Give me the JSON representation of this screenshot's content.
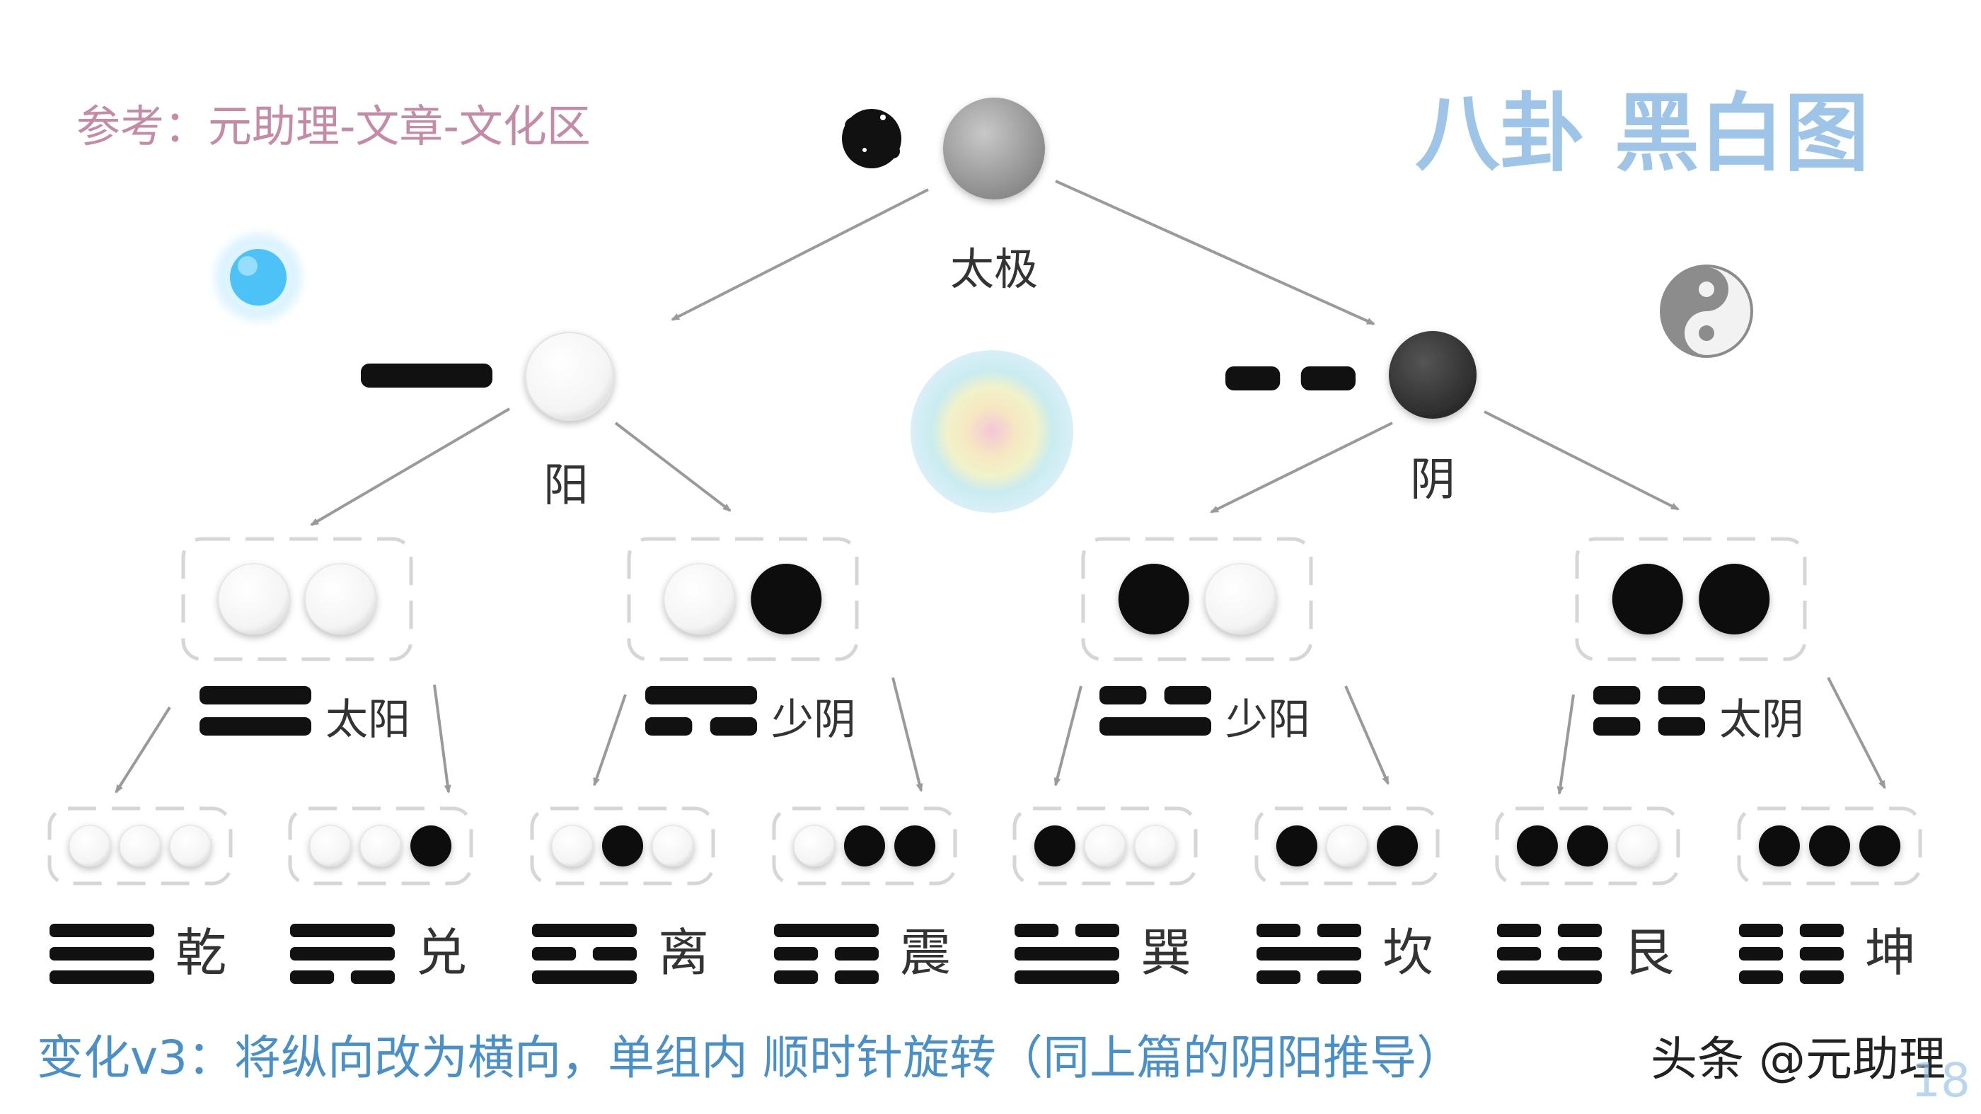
{
  "title": "八卦 黑白图",
  "reference": "参考：元助理-文章-文化区",
  "footer": "变化v3：将纵向改为横向，单组内 顺时针旋转（同上篇的阴阳推导）",
  "watermark": "头条 @元助理",
  "page_number": "18",
  "colors": {
    "title": "#9ec5e8",
    "reference": "#c48aa6",
    "footer": "#4a90c8",
    "arrow": "#9a9a9a",
    "box": "#d6d6d6",
    "ink": "#111111",
    "label": "#333333"
  },
  "icons": {
    "ink_dot": "ink-blot-icon",
    "blue_orb": "glowing-blue-orb-icon",
    "rainbow_orb": "rainbow-orb-icon",
    "yinyang": "yin-yang-icon"
  },
  "taiji": {
    "label": "太极"
  },
  "yi": [
    {
      "label": "阳",
      "bits": [
        1
      ]
    },
    {
      "label": "阴",
      "bits": [
        0
      ]
    }
  ],
  "xiang": [
    {
      "label": "太阳",
      "bits": [
        1,
        1
      ]
    },
    {
      "label": "少阴",
      "bits": [
        1,
        0
      ]
    },
    {
      "label": "少阳",
      "bits": [
        0,
        1
      ]
    },
    {
      "label": "太阴",
      "bits": [
        0,
        0
      ]
    }
  ],
  "gua": [
    {
      "label": "乾",
      "bits": [
        1,
        1,
        1
      ]
    },
    {
      "label": "兑",
      "bits": [
        1,
        1,
        0
      ]
    },
    {
      "label": "离",
      "bits": [
        1,
        0,
        1
      ]
    },
    {
      "label": "震",
      "bits": [
        1,
        0,
        0
      ]
    },
    {
      "label": "巽",
      "bits": [
        0,
        1,
        1
      ]
    },
    {
      "label": "坎",
      "bits": [
        0,
        1,
        0
      ]
    },
    {
      "label": "艮",
      "bits": [
        0,
        0,
        1
      ]
    },
    {
      "label": "坤",
      "bits": [
        0,
        0,
        0
      ]
    }
  ]
}
